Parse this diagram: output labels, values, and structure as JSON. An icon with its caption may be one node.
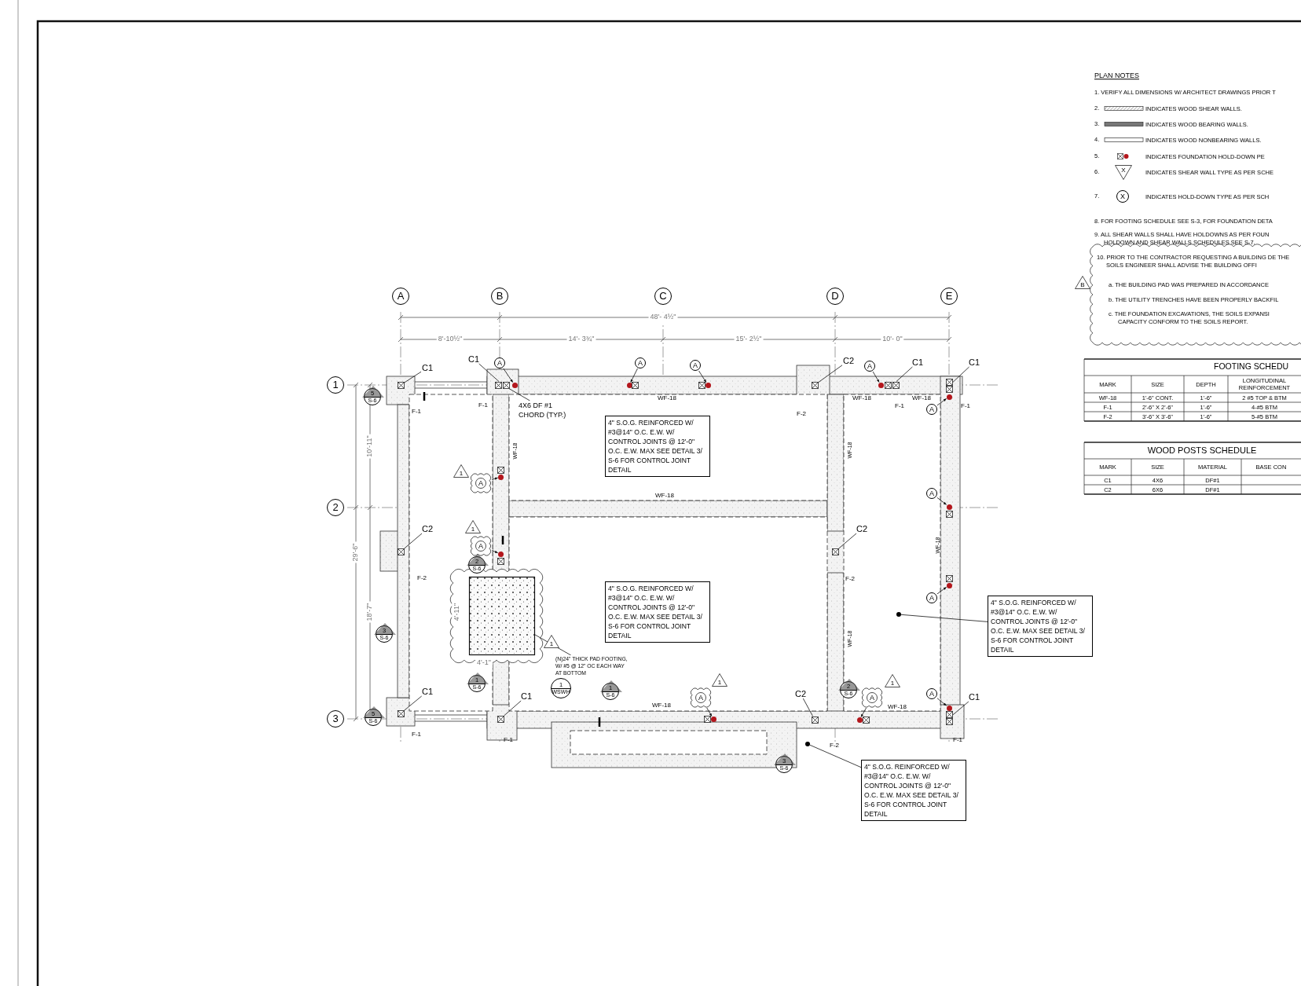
{
  "diagram": {
    "nodes": [
      {
        "text": [
          "A"
        ]
      },
      {
        "text": [
          "B"
        ]
      },
      {
        "text": [
          "C"
        ]
      },
      {
        "text": [
          "D"
        ]
      },
      {
        "text": [
          "E"
        ]
      },
      {
        "text": [
          "1"
        ]
      },
      {
        "text": [
          "2"
        ]
      },
      {
        "text": [
          "3"
        ]
      },
      {
        "text": [
          "X"
        ]
      },
      {
        "text": [
          "X"
        ]
      },
      {
        "text": [
          "B"
        ]
      },
      {
        "text": [
          "C1"
        ]
      },
      {
        "text": [],
        "shape": "box"
      },
      {
        "text": [
          "C1"
        ]
      },
      {
        "text": [],
        "shape": "box"
      },
      {
        "text": [
          "A"
        ]
      },
      {
        "text": [],
        "shape": "circle"
      },
      {
        "text": [
          "4X6 DF #1 CHORD (TYP.)"
        ]
      },
      {
        "text": [
          "A"
        ]
      },
      {
        "text": [],
        "shape": "circle"
      },
      {
        "text": [],
        "shape": "box"
      },
      {
        "text": [
          "A"
        ]
      },
      {
        "text": [],
        "shape": "circle"
      },
      {
        "text": [],
        "shape": "box"
      },
      {
        "text": [
          "C2"
        ]
      },
      {
        "text": [],
        "shape": "box"
      },
      {
        "text": [
          "A"
        ]
      },
      {
        "text": [],
        "shape": "circle"
      },
      {
        "text": [
          "C1"
        ]
      },
      {
        "text": [],
        "shape": "box"
      },
      {
        "text": [
          "C1"
        ]
      },
      {
        "text": [],
        "shape": "box"
      },
      {
        "text": [
          "A"
        ]
      },
      {
        "text": [],
        "shape": "circle"
      },
      {
        "text": [
          "4\" S.O.G. REINFORCED W/ #3@14\" O.C. E.W. W/ CONTROL JOINTS @ 12'-0\" O.C. E.W. MAX SEE DETAIL 3/ S-6 FOR CONTROL JOINT DETAIL"
        ]
      },
      {
        "text": [
          "1"
        ]
      },
      {
        "text": [
          "A"
        ]
      },
      {
        "text": [],
        "shape": "circle"
      },
      {
        "text": [],
        "shape": "box"
      },
      {
        "text": [
          "C2"
        ]
      },
      {
        "text": [],
        "shape": "box"
      },
      {
        "text": [
          "1"
        ]
      },
      {
        "text": [
          "A"
        ]
      },
      {
        "text": [],
        "shape": "circle"
      },
      {
        "text": [],
        "shape": "box"
      },
      {
        "text": [
          "C2"
        ]
      },
      {
        "text": [],
        "shape": "box"
      },
      {
        "text": [
          "A"
        ]
      },
      {
        "text": [],
        "shape": "circle"
      },
      {
        "text": [],
        "shape": "box"
      },
      {
        "text": [
          "A"
        ]
      },
      {
        "text": [],
        "shape": "circle"
      },
      {
        "text": [],
        "shape": "box"
      },
      {
        "text": [
          "4\" S.O.G. REINFORCED W/ #3@14\" O.C. E.W. W/ CONTROL JOINTS @ 12'-0\" O.C. E.W. MAX SEE DETAIL 3/ S-6 FOR CONTROL JOINT DETAIL"
        ]
      },
      {
        "text": [
          "4\" S.O.G. REINFORCED W/ #3@14\" O.C. E.W. W/ CONTROL JOINTS @ 12'-0\" O.C. E.W. MAX SEE DETAIL 3/ S-6 FOR CONTROL JOINT DETAIL"
        ]
      },
      {
        "text": [],
        "shape": "circle"
      },
      {
        "text": [],
        "shape": "box"
      },
      {
        "text": [
          "1"
        ]
      },
      {
        "text": [
          "(N)24\" THICK PAD FOOTING, W/ #5 @ 12\" OC EACH WAY AT BOTTOM"
        ]
      },
      {
        "text": [
          "1",
          "WSWH"
        ]
      },
      {
        "text": [
          "C1"
        ]
      },
      {
        "text": [],
        "shape": "box"
      },
      {
        "text": [
          "C1"
        ]
      },
      {
        "text": [],
        "shape": "box"
      },
      {
        "text": [
          "1"
        ]
      },
      {
        "text": [
          "A"
        ]
      },
      {
        "text": [],
        "shape": "circle"
      },
      {
        "text": [],
        "shape": "box"
      },
      {
        "text": [
          "C2"
        ]
      },
      {
        "text": [],
        "shape": "box"
      },
      {
        "text": [
          "1"
        ]
      },
      {
        "text": [
          "A"
        ]
      },
      {
        "text": [],
        "shape": "circle"
      },
      {
        "text": [],
        "shape": "box"
      },
      {
        "text": [
          "A"
        ]
      },
      {
        "text": [],
        "shape": "circle"
      },
      {
        "text": [
          "C1"
        ]
      },
      {
        "text": [],
        "shape": "box"
      },
      {
        "text": [
          "4\" S.O.G. REINFORCED W/ #3@14\" O.C. E.W. W/ CONTROL JOINTS @ 12'-0\" O.C. E.W. MAX SEE DETAIL 3/ S-6 FOR CONTROL JOINT DETAIL"
        ]
      },
      {
        "text": [],
        "shape": "circle"
      },
      {
        "text": [
          "5",
          "S-6"
        ]
      },
      {
        "text": [
          "2",
          "S-6"
        ]
      },
      {
        "text": [
          "3",
          "S-6"
        ]
      },
      {
        "text": [
          "1",
          "S-6"
        ]
      },
      {
        "text": [
          "5",
          "S-6"
        ]
      },
      {
        "text": [
          "1",
          "S-6"
        ]
      },
      {
        "text": [
          "2",
          "S-6"
        ]
      },
      {
        "text": [
          "3",
          "S-6"
        ]
      }
    ],
    "edges": [
      {
        "from": 11,
        "to": 12,
        "arrow": "none"
      },
      {
        "from": 13,
        "to": 14,
        "arrow": "none"
      },
      {
        "from": 15,
        "to": 16,
        "arrow": "to"
      },
      {
        "from": 17,
        "to": 14,
        "arrow": "none"
      },
      {
        "from": 18,
        "to": 19,
        "arrow": "to"
      },
      {
        "from": 21,
        "to": 22,
        "arrow": "to"
      },
      {
        "from": 24,
        "to": 25,
        "arrow": "none"
      },
      {
        "from": 26,
        "to": 27,
        "arrow": "to"
      },
      {
        "from": 28,
        "to": 29,
        "arrow": "none"
      },
      {
        "from": 30,
        "to": 31,
        "arrow": "none"
      },
      {
        "from": 32,
        "to": 33,
        "arrow": "to"
      },
      {
        "from": 36,
        "to": 37,
        "arrow": "to"
      },
      {
        "from": 39,
        "to": 40,
        "arrow": "none"
      },
      {
        "from": 42,
        "to": 43,
        "arrow": "to"
      },
      {
        "from": 45,
        "to": 46,
        "arrow": "none"
      },
      {
        "from": 47,
        "to": 48,
        "arrow": "to"
      },
      {
        "from": 50,
        "to": 51,
        "arrow": "to"
      },
      {
        "from": 54,
        "to": 55,
        "arrow": "none"
      },
      {
        "from": 58,
        "to": 56,
        "arrow": "none"
      },
      {
        "from": 60,
        "to": 61,
        "arrow": "none"
      },
      {
        "from": 62,
        "to": 63,
        "arrow": "none"
      },
      {
        "from": 65,
        "to": 66,
        "arrow": "to"
      },
      {
        "from": 68,
        "to": 69,
        "arrow": "none"
      },
      {
        "from": 71,
        "to": 72,
        "arrow": "to"
      },
      {
        "from": 74,
        "to": 75,
        "arrow": "to"
      },
      {
        "from": 76,
        "to": 77,
        "arrow": "none"
      },
      {
        "from": 78,
        "to": 79,
        "arrow": "none"
      }
    ],
    "labels": [
      "PLAN NOTES",
      "1. VERIFY ALL DIMENSIONS W/ ARCHITECT DRAWINGS PRIOR T",
      "2.",
      "INDICATES WOOD SHEAR WALLS.",
      "3.",
      "INDICATES WOOD BEARING WALLS.",
      "4.",
      "INDICATES WOOD NONBEARING WALLS.",
      "5.",
      "INDICATES FOUNDATION HOLD-DOWN PE",
      "6.",
      "INDICATES SHEAR WALL TYPE AS PER SCHE",
      "7.",
      "INDICATES HOLD-DOWN TYPE AS PER SCH",
      "8. FOR FOOTING SCHEDULE SEE S-3, FOR FOUNDATION DETA",
      "9. ALL SHEAR WALLS SHALL HAVE HOLDOWNS AS PER FOUN HOLDOWN AND SHEAR WALLS SCHEDULES SEE S-7.",
      "10. PRIOR TO THE CONTRACTOR REQUESTING A BUILDING DE THE SOILS ENGINEER SHALL ADVISE THE BUILDING OFFI",
      "a. THE BUILDING PAD WAS PREPARED IN ACCORDANCE",
      "b. THE UTILITY TRENCHES HAVE BEEN PROPERLY BACKFIL",
      "c. THE FOUNDATION EXCAVATIONS, THE SOILS EXPANSI CAPACITY CONFORM TO THE SOILS REPORT.",
      "48'- 4½\"",
      "8'-10½\"",
      "14'- 3¾\"",
      "15'- 2½\"",
      "10'- 0\"",
      "10'-11\"",
      "29'-6\"",
      "18'-7\"",
      "4'-11\"",
      "4'-1\"",
      "F-1",
      "F-1",
      "WF-18",
      "F-2",
      "WF-18",
      "F-1",
      "WF-18",
      "F-1",
      "WF-18",
      "WF-18",
      "WF-18",
      "F-2",
      "F-2",
      "WF-18",
      "WF-18",
      "WF-18",
      "WF-18",
      "F-1",
      "F-1",
      "F-2",
      "F-1",
      "FOOTING SCHEDU",
      "MARK",
      "SIZE",
      "DEPTH",
      "LONGITUDINAL REINFORCEMENT",
      "WF-18",
      "1'-6\" CONT.",
      "1'-6\"",
      "2 #5 TOP & BTM",
      "F-1",
      "2'-6\" X 2'-6\"",
      "1'-6\"",
      "4-#5 BTM",
      "F-2",
      "3'-6\" X 3'-6\"",
      "1'-6\"",
      "5-#5 BTM",
      "WOOD POSTS SCHEDULE",
      "MARK",
      "SIZE",
      "MATERIAL",
      "BASE CON",
      "C1",
      "4X6",
      "DF#1",
      "C2",
      "6X6",
      "DF#1"
    ]
  }
}
